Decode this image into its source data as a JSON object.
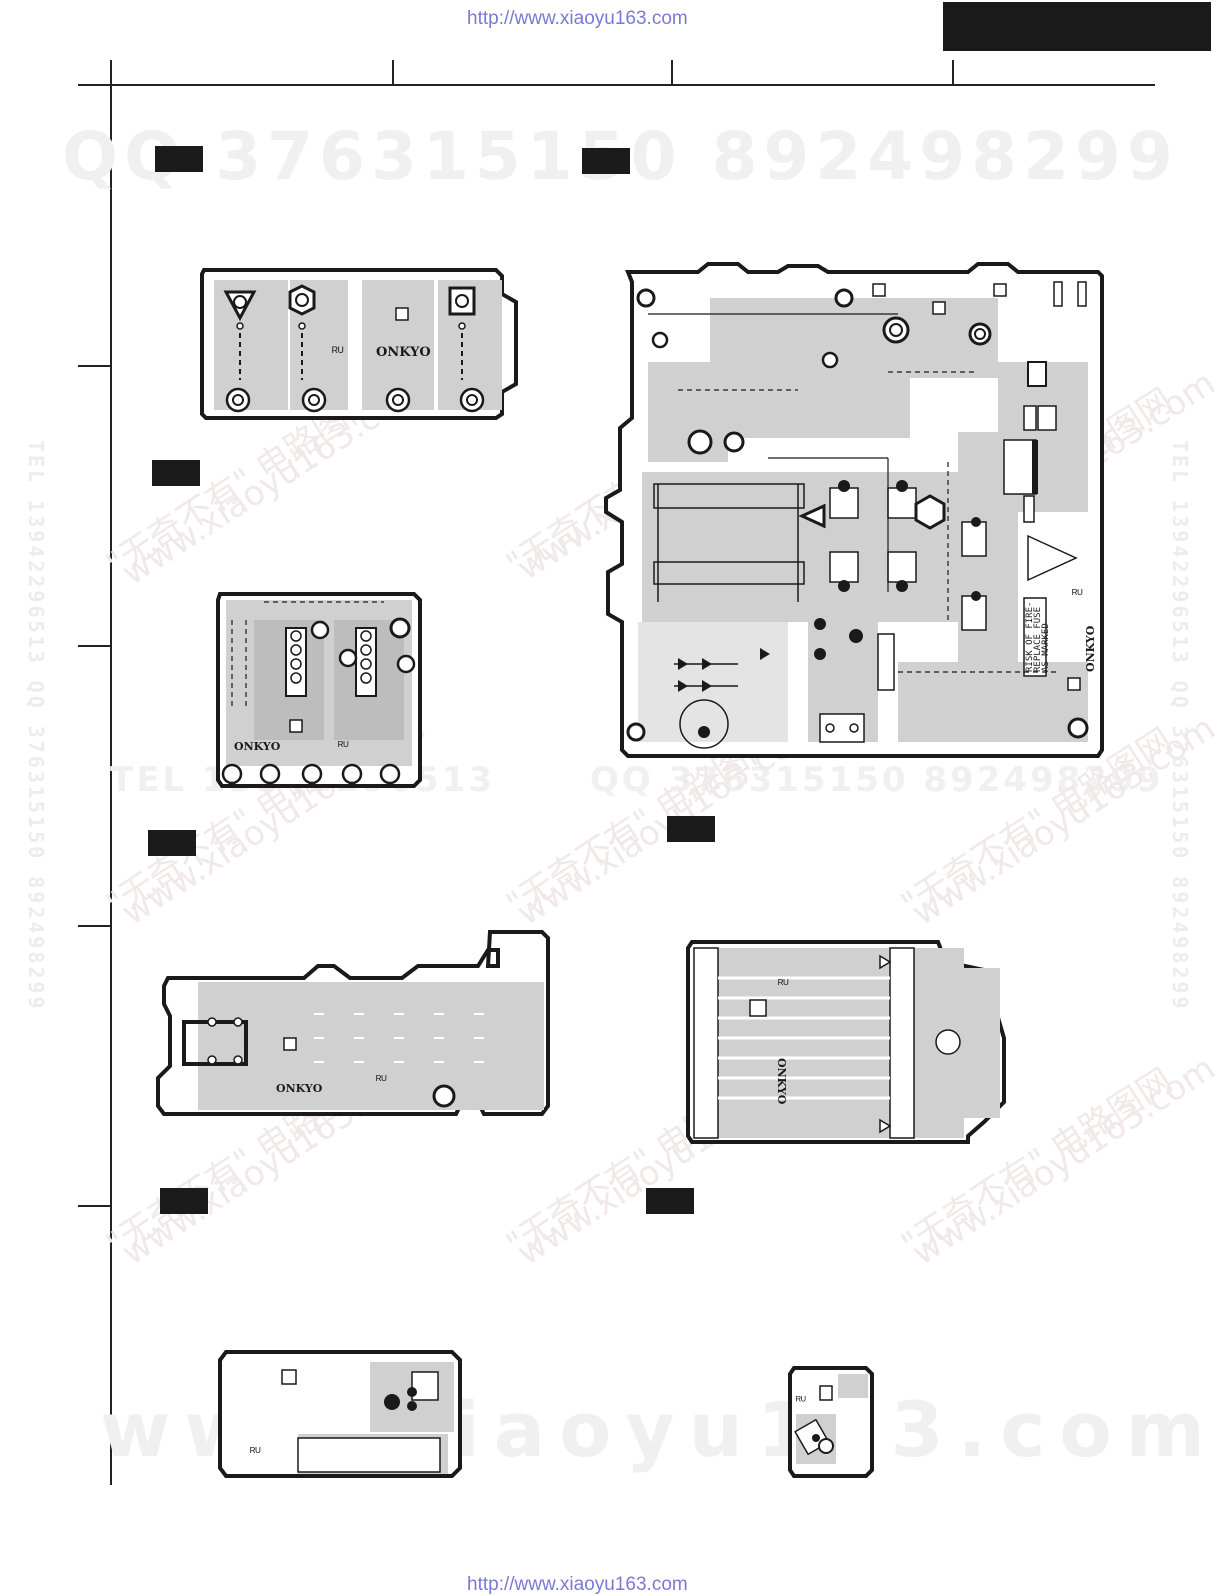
{
  "header": {
    "url_top": "http://www.xiaoyu163.com",
    "url_bottom": "http://www.xiaoyu163.com"
  },
  "watermarks": {
    "qq_line_top": "QQ 376315150   892498299",
    "qq_line_mid": "QQ 376315150   892498299",
    "tel_line": "TEL 13942296513",
    "site_big": "www.xiaoyu163.com",
    "diagonal": [
      "\"无奇不有\" 电路图网",
      "www.xiaoyu163.com"
    ],
    "vertical_left": "TEL 13942296513  QQ 376315150 892498299",
    "vertical_right": "TEL 13942296513  QQ 376315150 892498299"
  },
  "boards": {
    "brand": "ONKYO",
    "ul_mark": "ᴿᵁ",
    "fuse_warning": [
      "RISK OF FIRE-",
      "REPLACE FUSE",
      "AS MARKED"
    ]
  },
  "colors": {
    "trace": "#c9c9c9",
    "outline": "#1a1a1a",
    "url": "#7a79d6",
    "watermark": "#f0f0f0"
  }
}
